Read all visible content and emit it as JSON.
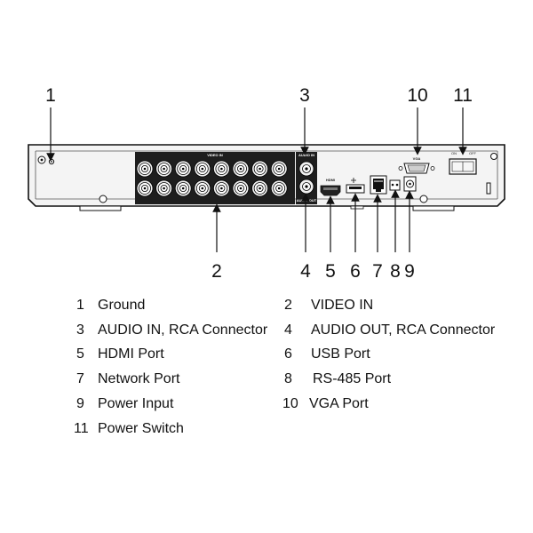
{
  "callouts": {
    "c1": "1",
    "c2": "2",
    "c3": "3",
    "c4": "4",
    "c5": "5",
    "c6": "6",
    "c7": "7",
    "c8": "8",
    "c9": "9",
    "c10": "10",
    "c11": "11"
  },
  "panel_labels": {
    "video_in": "VIDEO IN",
    "audio_in": "AUDIO IN",
    "audio_out": "AUDIO OUT",
    "hdmi": "HDMI",
    "vga": "VGA",
    "on": "ON",
    "off": "OFF"
  },
  "legend": [
    {
      "num": "1",
      "label": "Ground"
    },
    {
      "num": "2",
      "label": "VIDEO IN"
    },
    {
      "num": "3",
      "label": "AUDIO IN, RCA Connector"
    },
    {
      "num": "4",
      "label": "AUDIO OUT, RCA Connector"
    },
    {
      "num": "5",
      "label": "HDMI Port"
    },
    {
      "num": "6",
      "label": "USB Port"
    },
    {
      "num": "7",
      "label": "Network Port"
    },
    {
      "num": "8",
      "label": "RS-485 Port"
    },
    {
      "num": "9",
      "label": "Power Input"
    },
    {
      "num": "10",
      "label": "VGA Port"
    },
    {
      "num": "11",
      "label": "Power Switch"
    }
  ]
}
